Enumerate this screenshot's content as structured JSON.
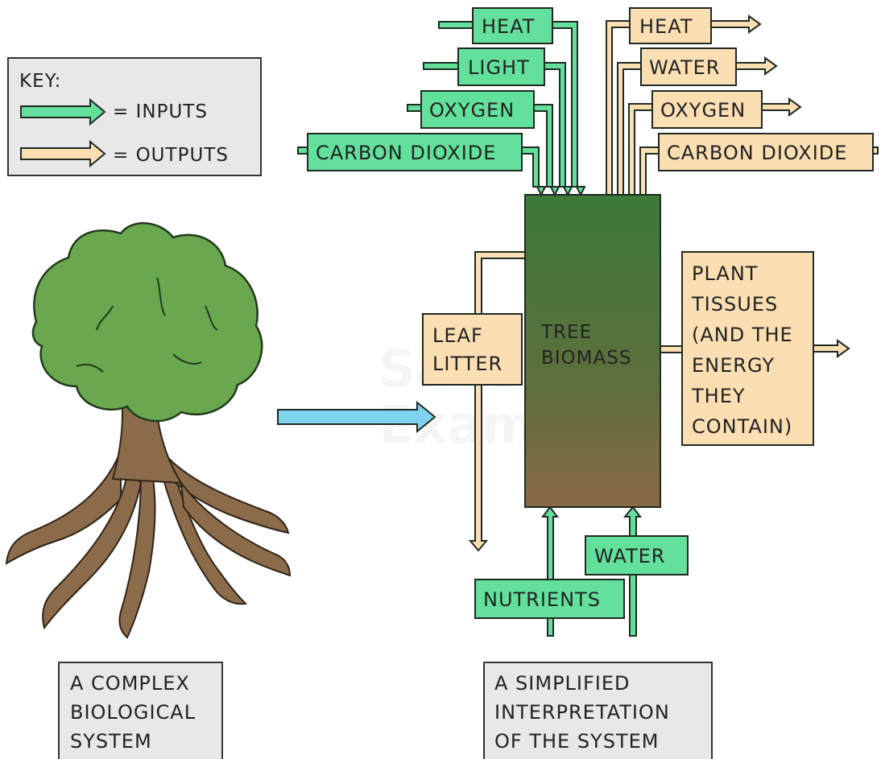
{
  "key": {
    "title": "KEY:",
    "inputs_label": "= INPUTS",
    "outputs_label": "= OUTPUTS",
    "input_color": "#63e09c",
    "output_color": "#fbdfb3"
  },
  "inputs_top": [
    "HEAT",
    "LIGHT",
    "OXYGEN",
    "CARBON DIOXIDE"
  ],
  "outputs_top": [
    "HEAT",
    "WATER",
    "OXYGEN",
    "CARBON DIOXIDE"
  ],
  "center": {
    "line1": "TREE",
    "line2": "BIOMASS"
  },
  "leaf_litter": {
    "line1": "LEAF",
    "line2": "LITTER"
  },
  "plant_tissues": [
    "PLANT",
    "TISSUES",
    "(AND THE",
    "ENERGY",
    "THEY",
    "CONTAIN)"
  ],
  "inputs_bottom": {
    "water": "WATER",
    "nutrients": "NUTRIENTS"
  },
  "caption_left": [
    "A COMPLEX",
    "BIOLOGICAL",
    "SYSTEM"
  ],
  "caption_right": [
    "A SIMPLIFIED",
    "INTERPRETATION",
    "OF THE SYSTEM"
  ],
  "watermark": [
    "Save My",
    "Exams"
  ],
  "colors": {
    "transform_arrow": "#7fd3f0",
    "biomass_top": "#3d7a3a",
    "biomass_bottom": "#8a6a45",
    "tree_canopy": "#6aa84f",
    "tree_trunk": "#8b6b4a"
  }
}
